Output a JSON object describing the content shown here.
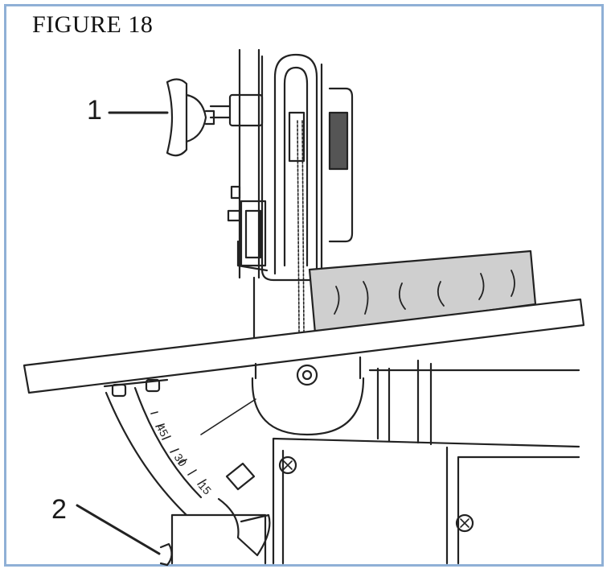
{
  "figure": {
    "title": "FIGURE 18",
    "callouts": [
      {
        "label": "1",
        "target": "blade guide adjustment knob"
      },
      {
        "label": "2",
        "target": "table tilt lock"
      }
    ],
    "scale_marks": [
      "45",
      "30",
      "15"
    ],
    "colors": {
      "frame_border": "#8fb0d6",
      "line": "#222222",
      "workpiece_fill": "#cfcfcf"
    }
  }
}
